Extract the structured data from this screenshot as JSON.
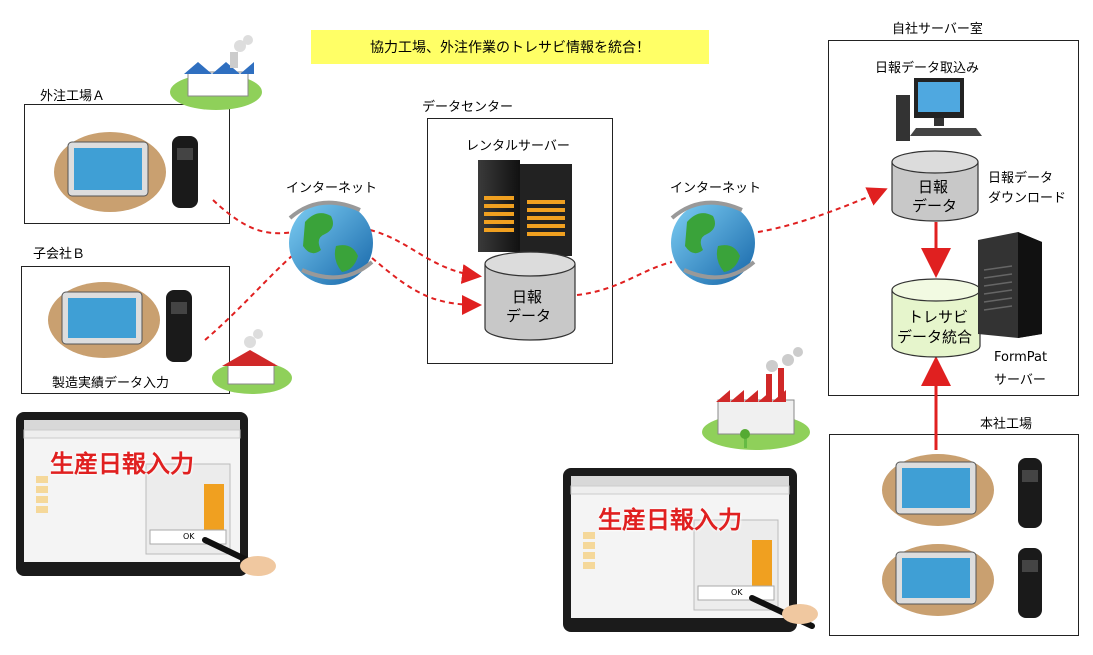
{
  "banner": "協力工場、外注作業のトレサビ情報を統合！",
  "sites": {
    "factory_a": "外注工場Ａ",
    "subsidiary_b": "子会社Ｂ",
    "manufacturing_input": "製造実績データ入力",
    "head_factory": "本社工場"
  },
  "network": {
    "internet_left": "インターネット",
    "internet_right": "インターネット"
  },
  "data_center": {
    "title": "データセンター",
    "server_label": "レンタルサーバー",
    "db_line1": "日報",
    "db_line2": "データ"
  },
  "server_room": {
    "title": "自社サーバー室",
    "import_label": "日報データ取込み",
    "db_line1": "日報",
    "db_line2": "データ",
    "download_line1": "日報データ",
    "download_line2": "ダウンロード",
    "trace_line1": "トレサビ",
    "trace_line2": "データ統合",
    "formpat_line1": "FormPat",
    "formpat_line2": "サーバー"
  },
  "tablets": {
    "left_overlay": "生産日報入力",
    "right_overlay": "生産日報入力",
    "ok_label": "OK"
  },
  "colors": {
    "banner": "#ffff66",
    "arrow": "#e02020",
    "db_gray": "#c8c8c8",
    "db_green": "#e6f5cc"
  }
}
